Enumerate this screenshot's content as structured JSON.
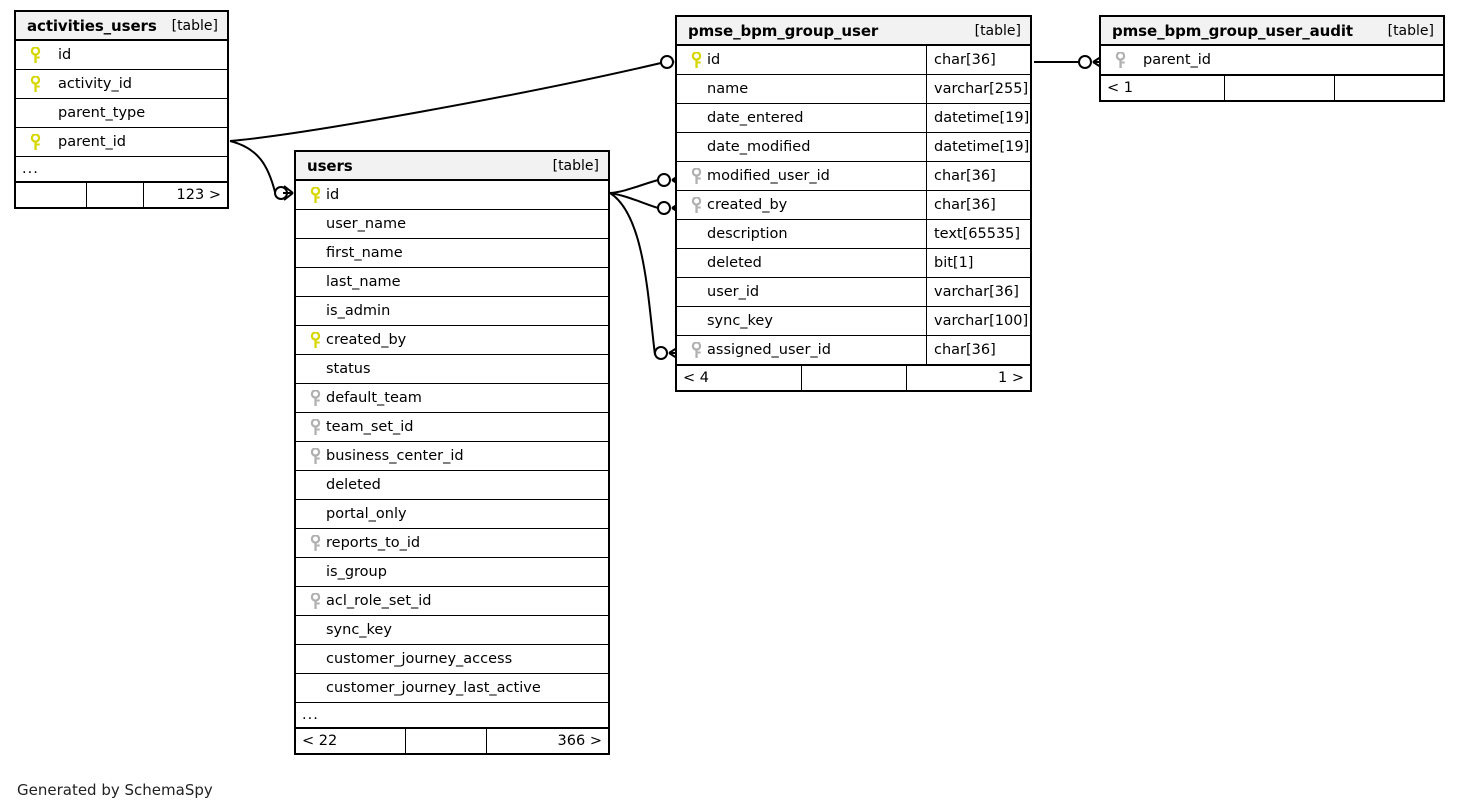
{
  "caption": "Generated by SchemaSpy",
  "labels": {
    "table_kind": "[table]",
    "ellipsis": "..."
  },
  "colors": {
    "primary_key": "#d6d600",
    "foreign_key": "#b0b0b0",
    "header_bg": "#f2f2f2",
    "border": "#000000",
    "background": "#ffffff"
  },
  "tables": [
    {
      "id": "activities_users",
      "name": "activities_users",
      "kind": "[table]",
      "columns": [
        {
          "name": "id",
          "key": "primary",
          "type": ""
        },
        {
          "name": "activity_id",
          "key": "primary",
          "type": ""
        },
        {
          "name": "parent_type",
          "key": "none",
          "type": ""
        },
        {
          "name": "parent_id",
          "key": "primary",
          "type": ""
        }
      ],
      "has_ellipsis": true,
      "footer": {
        "left": "",
        "middle": "",
        "right": "123 >"
      }
    },
    {
      "id": "users",
      "name": "users",
      "kind": "[table]",
      "columns": [
        {
          "name": "id",
          "key": "primary",
          "type": ""
        },
        {
          "name": "user_name",
          "key": "none",
          "type": ""
        },
        {
          "name": "first_name",
          "key": "none",
          "type": ""
        },
        {
          "name": "last_name",
          "key": "none",
          "type": ""
        },
        {
          "name": "is_admin",
          "key": "none",
          "type": ""
        },
        {
          "name": "created_by",
          "key": "primary",
          "type": ""
        },
        {
          "name": "status",
          "key": "none",
          "type": ""
        },
        {
          "name": "default_team",
          "key": "foreign",
          "type": ""
        },
        {
          "name": "team_set_id",
          "key": "foreign",
          "type": ""
        },
        {
          "name": "business_center_id",
          "key": "foreign",
          "type": ""
        },
        {
          "name": "deleted",
          "key": "none",
          "type": ""
        },
        {
          "name": "portal_only",
          "key": "none",
          "type": ""
        },
        {
          "name": "reports_to_id",
          "key": "foreign",
          "type": ""
        },
        {
          "name": "is_group",
          "key": "none",
          "type": ""
        },
        {
          "name": "acl_role_set_id",
          "key": "foreign",
          "type": ""
        },
        {
          "name": "sync_key",
          "key": "none",
          "type": ""
        },
        {
          "name": "customer_journey_access",
          "key": "none",
          "type": ""
        },
        {
          "name": "customer_journey_last_active",
          "key": "none",
          "type": ""
        }
      ],
      "has_ellipsis": true,
      "footer": {
        "left": "< 22",
        "middle": "",
        "right": "366 >"
      }
    },
    {
      "id": "pmse_bpm_group_user",
      "name": "pmse_bpm_group_user",
      "kind": "[table]",
      "columns": [
        {
          "name": "id",
          "key": "primary",
          "type": "char[36]"
        },
        {
          "name": "name",
          "key": "none",
          "type": "varchar[255]"
        },
        {
          "name": "date_entered",
          "key": "none",
          "type": "datetime[19]"
        },
        {
          "name": "date_modified",
          "key": "none",
          "type": "datetime[19]"
        },
        {
          "name": "modified_user_id",
          "key": "foreign",
          "type": "char[36]"
        },
        {
          "name": "created_by",
          "key": "foreign",
          "type": "char[36]"
        },
        {
          "name": "description",
          "key": "none",
          "type": "text[65535]"
        },
        {
          "name": "deleted",
          "key": "none",
          "type": "bit[1]"
        },
        {
          "name": "user_id",
          "key": "none",
          "type": "varchar[36]"
        },
        {
          "name": "sync_key",
          "key": "none",
          "type": "varchar[100]"
        },
        {
          "name": "assigned_user_id",
          "key": "foreign",
          "type": "char[36]"
        }
      ],
      "has_ellipsis": false,
      "footer": {
        "left": "< 4",
        "middle": "",
        "right": "1 >"
      }
    },
    {
      "id": "pmse_bpm_group_user_audit",
      "name": "pmse_bpm_group_user_audit",
      "kind": "[table]",
      "columns": [
        {
          "name": "parent_id",
          "key": "foreign",
          "type": ""
        }
      ],
      "has_ellipsis": false,
      "footer": {
        "left": "< 1",
        "middle": "",
        "right": ""
      }
    }
  ],
  "relationships": [
    {
      "from": "activities_users.parent_id",
      "to": "pmse_bpm_group_user.id"
    },
    {
      "from": "activities_users.parent_id",
      "to": "users.id"
    },
    {
      "from": "users.id",
      "to": "pmse_bpm_group_user.modified_user_id"
    },
    {
      "from": "users.id",
      "to": "pmse_bpm_group_user.created_by"
    },
    {
      "from": "users.id",
      "to": "pmse_bpm_group_user.assigned_user_id"
    },
    {
      "from": "pmse_bpm_group_user.id",
      "to": "pmse_bpm_group_user_audit.parent_id"
    }
  ]
}
